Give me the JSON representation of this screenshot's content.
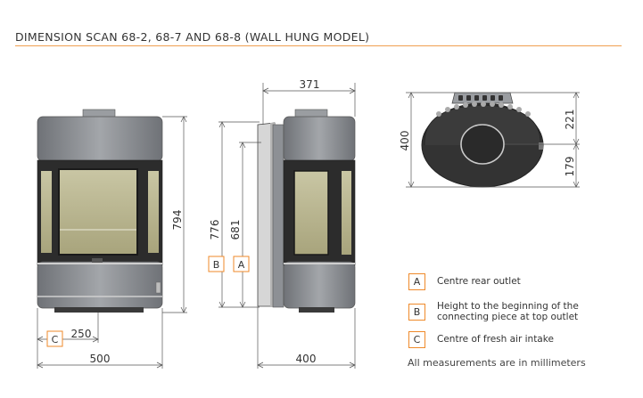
{
  "title": "DIMENSION SCAN 68-2, 68-7 AND 68-8 (WALL HUNG MODEL)",
  "dimensions": {
    "front_height": "794",
    "front_width": "500",
    "front_intake_offset": "250",
    "side_top_width": "371",
    "side_bottom_width": "400",
    "side_height_b": "776",
    "side_height_a": "681",
    "top_depth": "400",
    "top_outlet_front": "221",
    "top_outlet_back": "179"
  },
  "markers": {
    "a": "A",
    "b": "B",
    "c": "C"
  },
  "legend": [
    {
      "key": "A",
      "text": "Centre rear outlet"
    },
    {
      "key": "B",
      "text": "Height to the beginning of the\nconnecting piece at top outlet"
    },
    {
      "key": "C",
      "text": "Centre of fresh air intake"
    }
  ],
  "note": "All measurements are in millimeters",
  "colors": {
    "accent": "#ef8a2a",
    "stove_body": "#8e9196",
    "stove_dark": "#2c2c2c",
    "glass": "#b7b38e"
  }
}
